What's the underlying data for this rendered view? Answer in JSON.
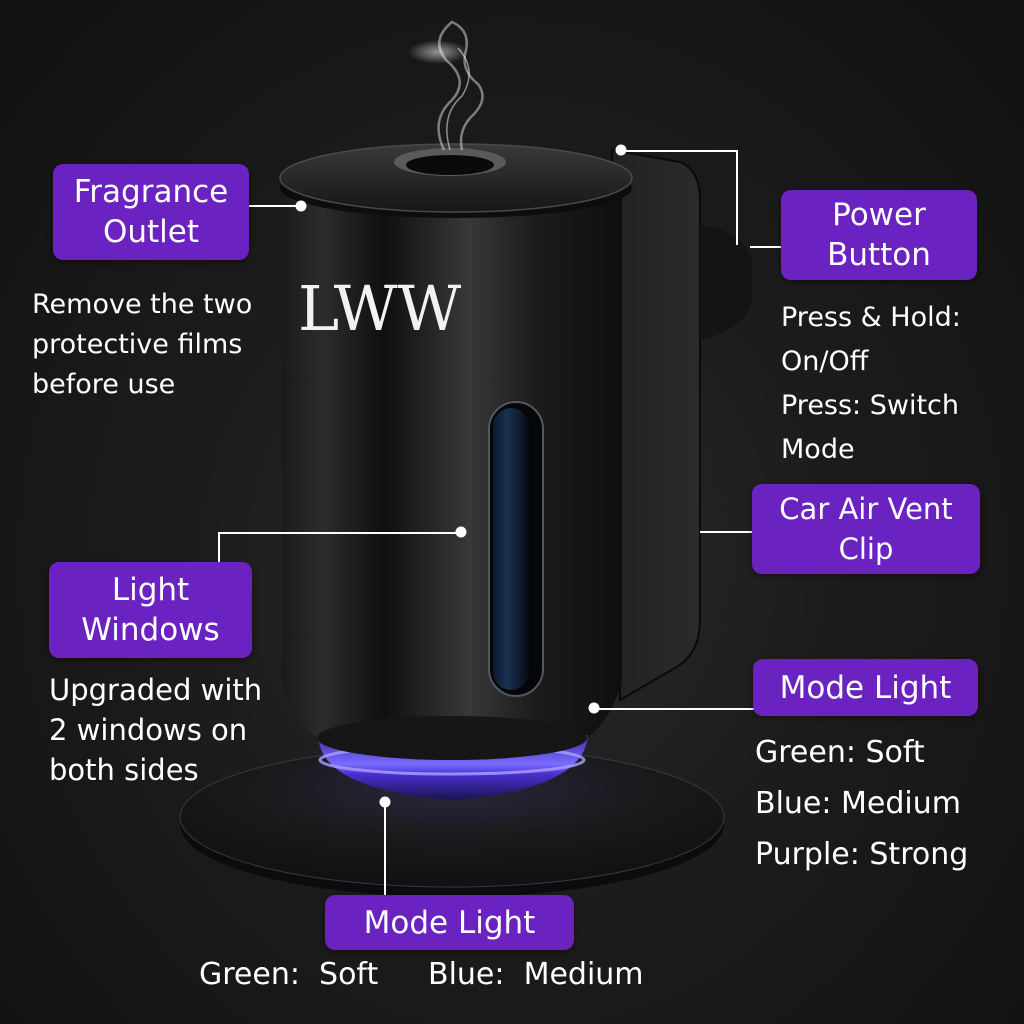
{
  "brand": {
    "logo_text": "LWW"
  },
  "colors": {
    "label_purple": "#6a22c0",
    "background": "#1a1a1b",
    "mode_ring_blue": "#5b3cff",
    "window_tint": "#0f2038"
  },
  "callouts": {
    "fragrance_outlet": {
      "title_line1": "Fragrance",
      "title_line2": "Outlet",
      "description": [
        "Remove the two",
        "protective films",
        "before use"
      ]
    },
    "power_button": {
      "title_line1": "Power",
      "title_line2": "Button",
      "description": [
        "Press & Hold:",
        "On/Off",
        "Press: Switch",
        "Mode"
      ]
    },
    "car_air_vent_clip": {
      "title_line1": "Car Air Vent",
      "title_line2": "Clip"
    },
    "light_windows": {
      "title_line1": "Light",
      "title_line2": "Windows",
      "description": [
        "Upgraded with",
        "2 windows on",
        "both sides"
      ]
    },
    "mode_light_right": {
      "title": "Mode Light",
      "description": [
        "Green: Soft",
        "Blue: Medium",
        "Purple: Strong"
      ]
    },
    "mode_light_bottom": {
      "title": "Mode Light",
      "description_left": "Green:  Soft",
      "description_right": "Blue:  Medium"
    }
  }
}
